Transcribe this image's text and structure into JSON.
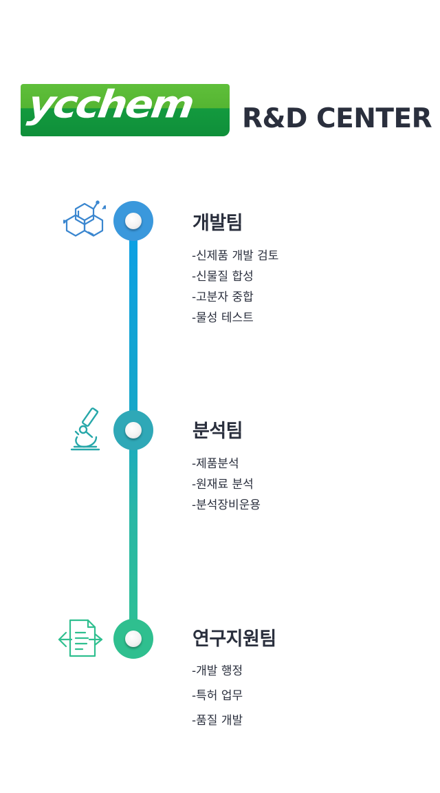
{
  "header": {
    "logo_text": "ycchem",
    "title": "R&D CENTER",
    "colors": {
      "logo_green_top": "#5fbf3a",
      "logo_green_bottom": "#0f8f3a",
      "title": "#2a2f3d"
    }
  },
  "timeline": {
    "colors": {
      "line_top": "#0b9fe6",
      "line_bottom": "#2ec094"
    },
    "teams": [
      {
        "icon": "hexagon-molecule-icon",
        "color": "#3a98dc",
        "title": "개발팀",
        "items": [
          "-신제품 개발 검토",
          "-신물질 합성",
          "-고분자 중합",
          "-물성 테스트"
        ]
      },
      {
        "icon": "microscope-icon",
        "color": "#2fa8b7",
        "title": "분석팀",
        "items": [
          "-제품분석",
          "-원재료 분석",
          "-분석장비운용"
        ]
      },
      {
        "icon": "document-arrows-icon",
        "color": "#2fbf8f",
        "title": "연구지원팀",
        "items": [
          "-개발 행정",
          "-특허 업무",
          "-품질 개발"
        ]
      }
    ]
  }
}
